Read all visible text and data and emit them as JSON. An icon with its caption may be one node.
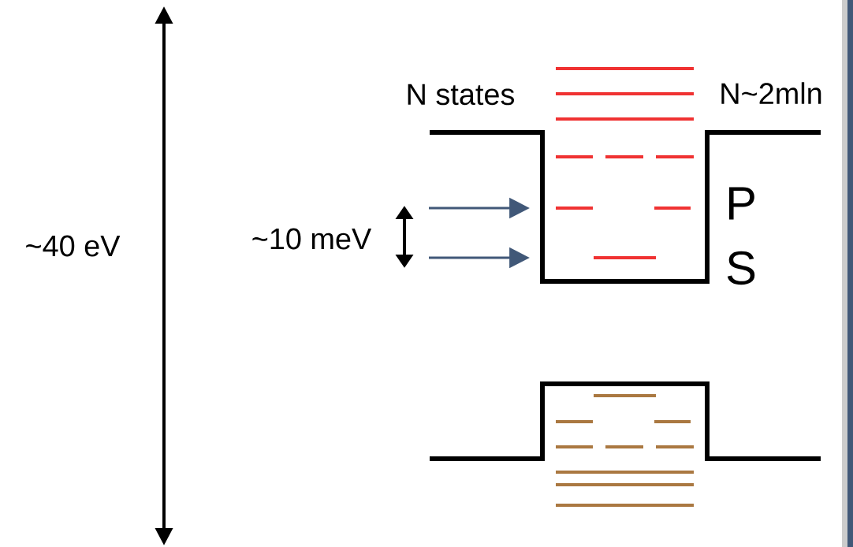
{
  "diagram": {
    "labels": [
      "N states",
      "N~2mln",
      "~40 eV",
      "~10 meV",
      "P",
      "S"
    ]
  }
}
